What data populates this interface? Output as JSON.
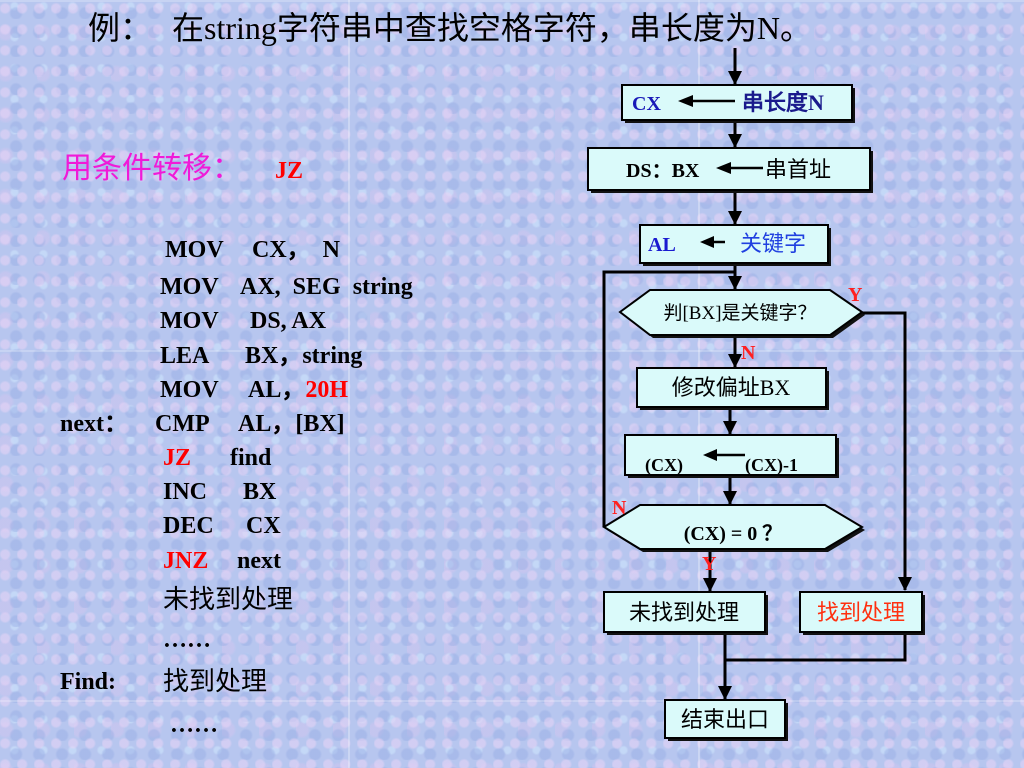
{
  "title": {
    "prefix": "例：",
    "text": "在string字符串中查找空格字符，串长度为N。"
  },
  "subtitle": {
    "label": "用条件转移：",
    "instruction": "JZ"
  },
  "code": [
    {
      "op": "MOV",
      "args": "CX，  N"
    },
    {
      "op": "MOV",
      "args": "AX,  SEG  string"
    },
    {
      "op": "MOV",
      "args": "DS, AX"
    },
    {
      "op": "LEA",
      "args": "BX，string"
    },
    {
      "op": "MOV",
      "args": "AL，",
      "imm": "20H"
    },
    {
      "label": "next：",
      "op": "CMP",
      "args": "AL，[BX]"
    },
    {
      "op": "JZ",
      "args": "find"
    },
    {
      "op": "INC",
      "args": "BX"
    },
    {
      "op": "DEC",
      "args": "CX"
    },
    {
      "op": "JNZ",
      "args": "next"
    },
    {
      "text": "未找到处理"
    },
    {
      "text": "……"
    },
    {
      "label": "Find:",
      "text": "找到处理"
    },
    {
      "text": "……"
    }
  ],
  "flowchart": {
    "box_init_cx": {
      "dest": "CX",
      "src": "串长度N"
    },
    "box_init_ds": {
      "dest": "DS：BX",
      "src": "串首址"
    },
    "box_init_al": {
      "dest": "AL",
      "src": "关键字"
    },
    "decision_match": {
      "text": "判[BX]是关键字？",
      "yes": "Y",
      "no": "N"
    },
    "box_adjust": {
      "text": "修改偏址BX"
    },
    "box_dec": {
      "dest": "(CX)",
      "src": "(CX)-1"
    },
    "decision_zero": {
      "text": "(CX) = 0 ？",
      "yes": "Y",
      "no": "N"
    },
    "box_not_found": {
      "text": "未找到处理"
    },
    "box_found": {
      "text": "找到处理"
    },
    "box_exit": {
      "text": "结束出口"
    }
  },
  "colors": {
    "title": "#000000",
    "subtitle": "#f01ad8",
    "highlight": "#ff0000",
    "flow_blue": "#1a1ab8",
    "box_fill": "#dafafa",
    "found": "#ff3010",
    "background": "#b7c6ef"
  }
}
